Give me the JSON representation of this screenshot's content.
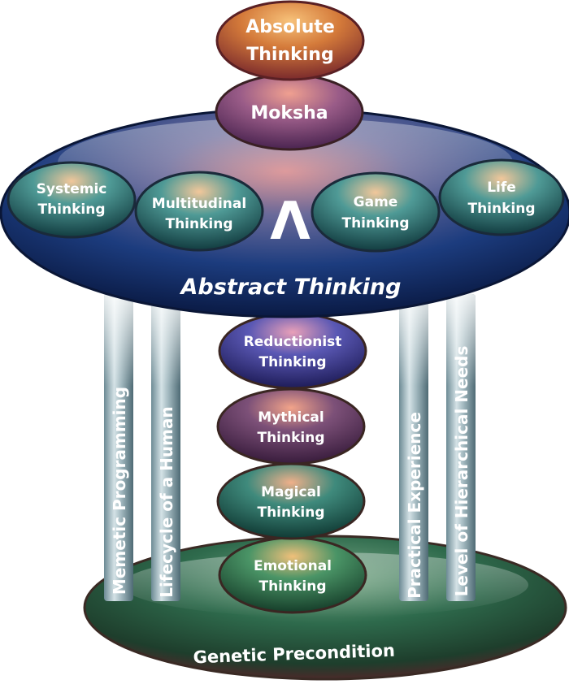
{
  "top": {
    "line1": "Absolute",
    "line2": "Thinking",
    "color": "#c0602a"
  },
  "moksha": {
    "label": "Moksha",
    "color": "#8a4e7e"
  },
  "abstract_plate": {
    "label": "Abstract Thinking",
    "symbol": "Λ",
    "color": "#12306a"
  },
  "abstract_bubbles": [
    {
      "line1": "Systemic",
      "line2": "Thinking",
      "color": "#22646a"
    },
    {
      "line1": "Multitudinal",
      "line2": "Thinking",
      "color": "#22646a"
    },
    {
      "line1": "Game",
      "line2": "Thinking",
      "color": "#22646a"
    },
    {
      "line1": "Life",
      "line2": "Thinking",
      "color": "#22646a"
    }
  ],
  "stack": [
    {
      "line1": "Reductionist",
      "line2": "Thinking",
      "color": "#3e3c8e"
    },
    {
      "line1": "Mythical",
      "line2": "Thinking",
      "color": "#5e3a66"
    },
    {
      "line1": "Magical",
      "line2": "Thinking",
      "color": "#24625c"
    },
    {
      "line1": "Emotional",
      "line2": "Thinking",
      "color": "#2e6a4e"
    }
  ],
  "pillars": [
    {
      "label": "Memetic Programming"
    },
    {
      "label": "Lifecycle of a Human"
    },
    {
      "label": "Practical Experience"
    },
    {
      "label": "Level of Hierarchical Needs"
    }
  ],
  "base": {
    "label": "Genetic Precondition",
    "color": "#2a5a3e"
  }
}
